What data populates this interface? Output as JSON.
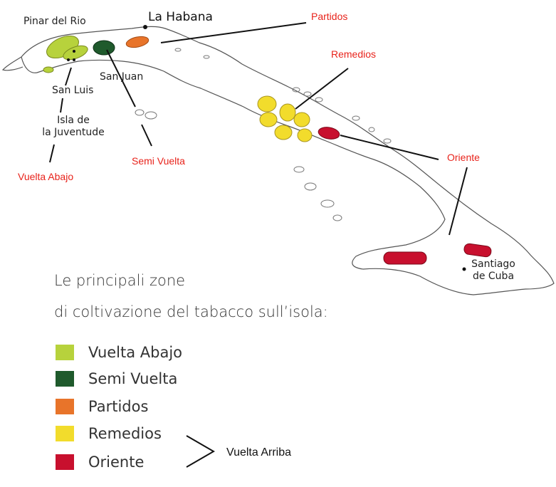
{
  "places": {
    "pinar_del_rio": "Pinar del Rio",
    "la_habana": "La Habana",
    "san_juan": "San Juan",
    "san_luis": "San Luis",
    "isla_line1": "Isla de",
    "isla_line2": "la Juventude",
    "santiago_line1": "Santiago",
    "santiago_line2": "de Cuba"
  },
  "zone_labels": {
    "partidos": "Partidos",
    "remedios": "Remedios",
    "oriente": "Oriente",
    "semi_vuelta": "Semi Vuelta",
    "vuelta_abajo": "Vuelta Abajo",
    "vuelta_arriba": "Vuelta Arriba"
  },
  "title": {
    "line1": "Le principali zone",
    "line2": "di coltivazione del tabacco sull’isola:"
  },
  "legend": [
    {
      "label": "Vuelta Abajo",
      "color": "#b7d23c",
      "icon": "vuelta-abajo-swatch"
    },
    {
      "label": "Semi Vuelta",
      "color": "#1f5a2c",
      "icon": "semi-vuelta-swatch"
    },
    {
      "label": "Partidos",
      "color": "#e8742a",
      "icon": "partidos-swatch"
    },
    {
      "label": "Remedios",
      "color": "#f2dc2c",
      "icon": "remedios-swatch"
    },
    {
      "label": "Oriente",
      "color": "#c8102e",
      "icon": "oriente-swatch"
    }
  ],
  "colors": {
    "vuelta_abajo": "#b7d23c",
    "semi_vuelta": "#1f5a2c",
    "partidos": "#e8742a",
    "remedios": "#f2dc2c",
    "oriente": "#c8102e",
    "label_red": "#e8231b"
  }
}
